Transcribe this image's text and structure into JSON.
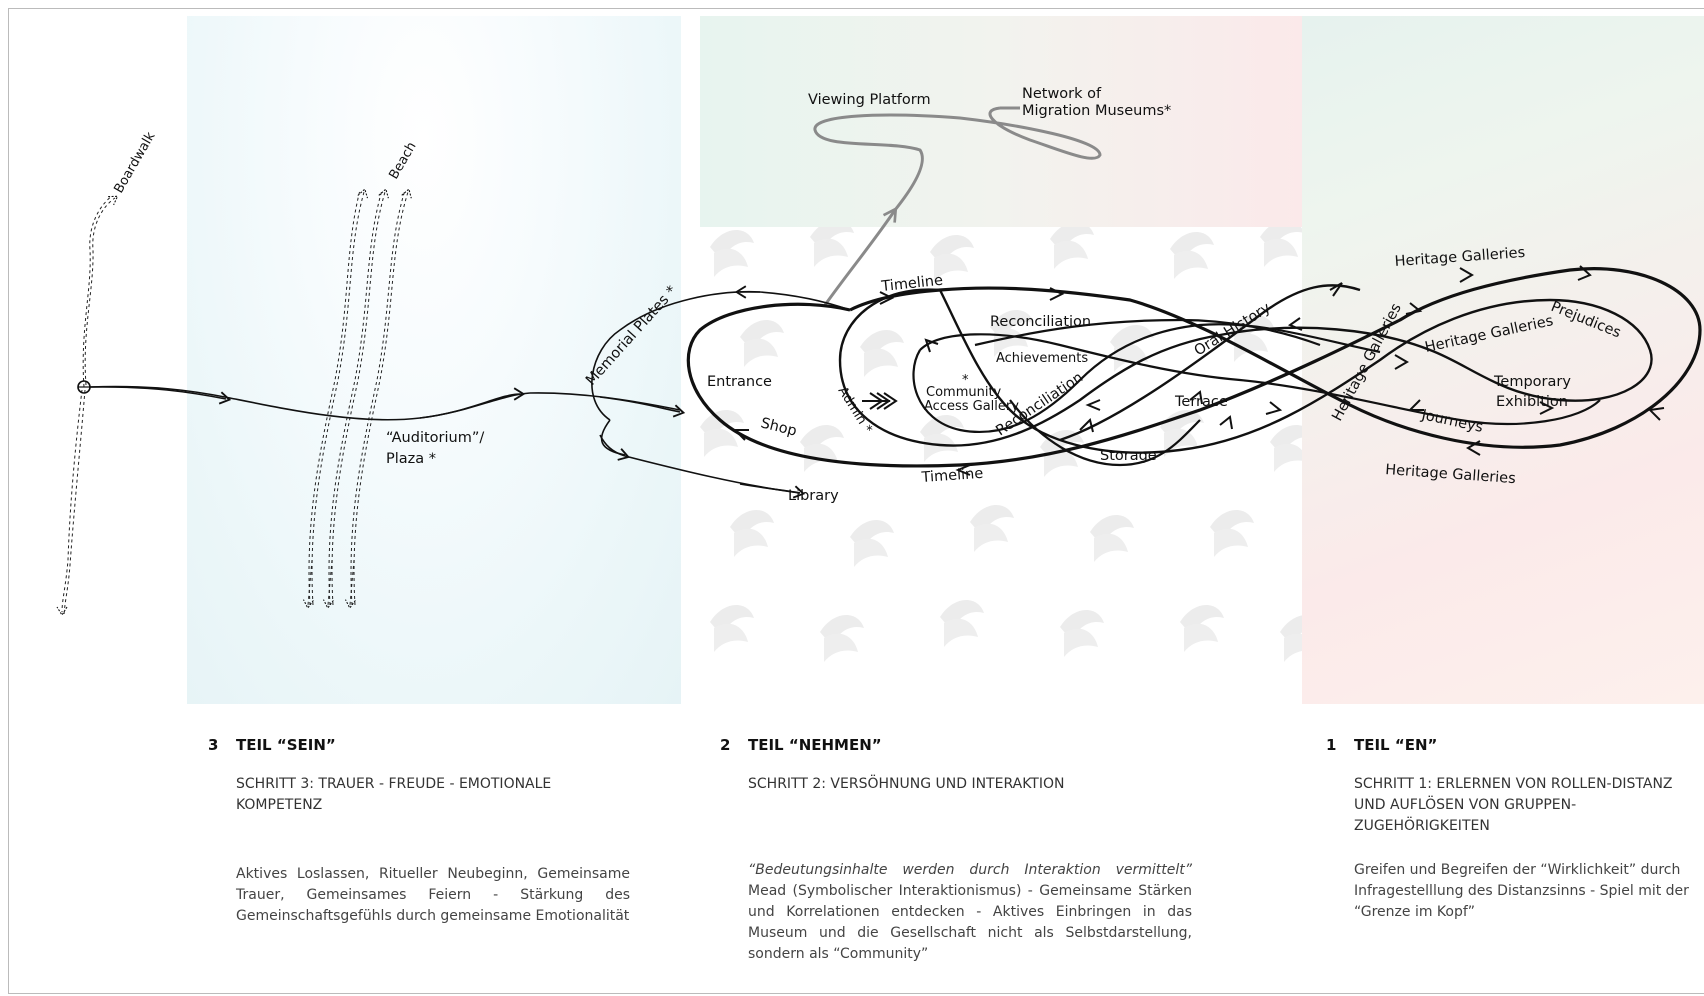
{
  "diagram": {
    "labels": {
      "boardwalk": "Boardwalk",
      "beach": "Beach",
      "auditorium_1": "“Auditorium”/",
      "auditorium_2": "Plaza *",
      "memorial_plates": "Memorial Plates *",
      "entrance": "Entrance",
      "shop": "Shop",
      "library": "Library",
      "timeline_top": "Timeline",
      "timeline_bottom": "Timeline",
      "viewing_platform": "Viewing Platform",
      "network_1": "Network of",
      "network_2": "Migration Museums*",
      "reconciliation_top": "Reconciliation",
      "achievements": "Achievements",
      "community_star": "*",
      "community_1": "Community",
      "community_2": "Access Gallery",
      "admin": "Admin *",
      "reconciliation_diag": "Reconciliation",
      "storage": "Storage",
      "terrace": "Terrace",
      "oral_history": "Oral History",
      "heritage_galleries_top": "Heritage  Galleries",
      "heritage_galleries_mid": "Heritage Galleries",
      "heritage_galleries_vert": "Heritage Galleries",
      "prejudices": "Prejudices",
      "temporary_1": "Temporary",
      "temporary_2": "Exhibition",
      "journeys": "Journeys",
      "heritage_galleries_bottom": "Heritage  Galleries"
    }
  },
  "sections": [
    {
      "number": "3",
      "title": "TEIL “SEIN”",
      "subtitle": "SCHRITT 3: TRAUER - FREUDE - EMOTIONALE KOMPETENZ",
      "body": "Aktives Loslassen, Ritueller Neubeginn, Gemeinsame Trauer, Gemeinsames Feiern - Stärkung des Gemeinschaftsgefühls durch gemeinsame Emotionalität"
    },
    {
      "number": "2",
      "title": "TEIL “NEHMEN”",
      "subtitle": "SCHRITT 2: VERSÖHNUNG UND INTERAKTION",
      "quote": "“Bedeutungsinhalte werden durch Interaktion vermittelt”",
      "body": " Mead (Symbolischer Interaktionismus) -  Gemeinsame Stärken und Korrelationen entdecken - Aktives Einbringen in das Museum und die Gesellschaft nicht als Selbstdarstellung, sondern als “Community”"
    },
    {
      "number": "1",
      "title": "TEIL “EN”",
      "subtitle": "SCHRITT 1: ERLERNEN VON ROLLEN-DISTANZ UND AUFLÖSEN VON GRUPPEN-ZUGEHÖRIGKEITEN",
      "body": "Greifen und Begreifen der “Wirklichkeit” durch Infragestelllung des Distanzsinns - Spiel mit der “Grenze im Kopf”"
    }
  ]
}
